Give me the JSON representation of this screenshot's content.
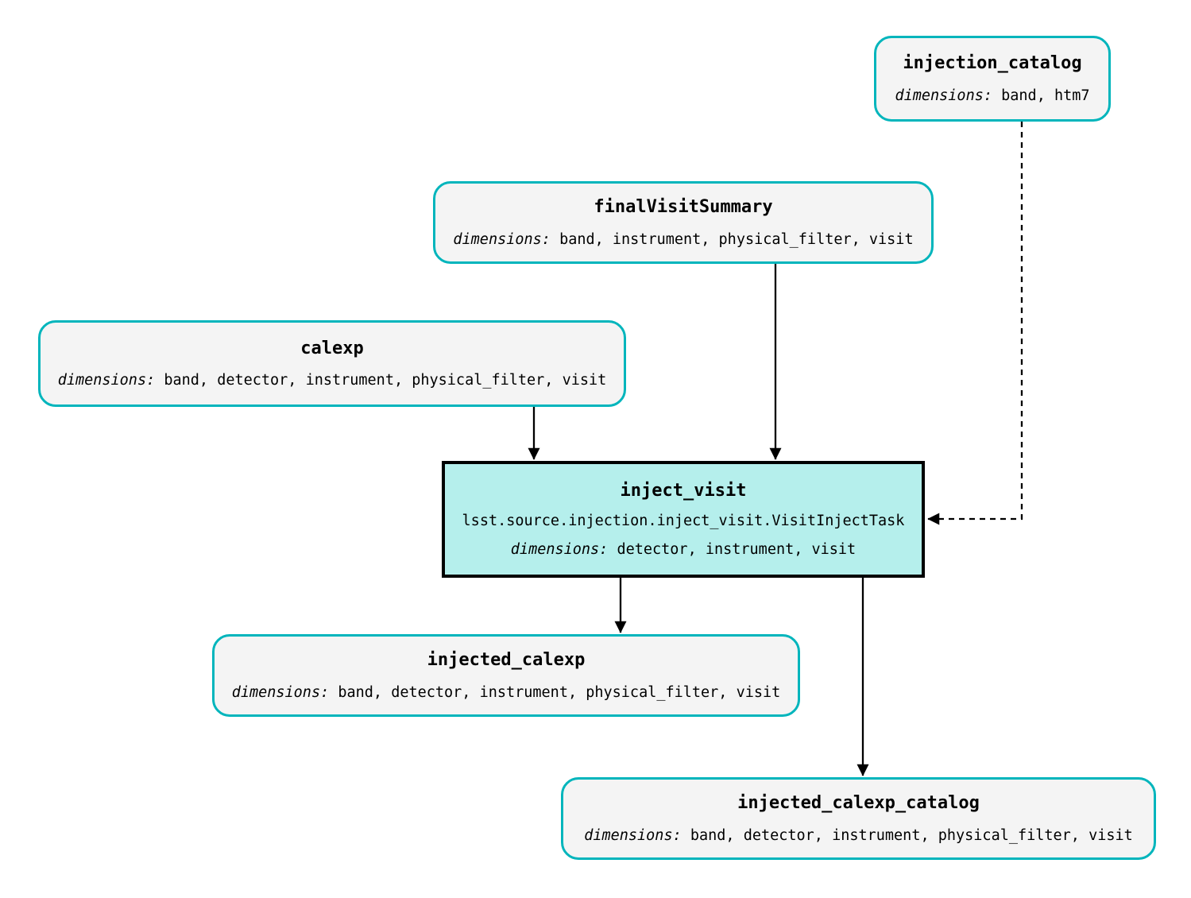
{
  "labels": {
    "dimensions": "dimensions:"
  },
  "diagram": {
    "type": "pipeline-task-graph",
    "colors": {
      "dataset_border": "#00b5bc",
      "dataset_fill": "#f4f4f4",
      "task_fill": "#b5efec",
      "task_border": "#000000",
      "edge": "#000000",
      "background": "#ffffff"
    },
    "nodes": [
      {
        "id": "injection_catalog",
        "kind": "dataset",
        "title": "injection_catalog",
        "dimensions": "band, htm7"
      },
      {
        "id": "finalVisitSummary",
        "kind": "dataset",
        "title": "finalVisitSummary",
        "dimensions": "band, instrument, physical_filter, visit"
      },
      {
        "id": "calexp",
        "kind": "dataset",
        "title": "calexp",
        "dimensions": "band, detector, instrument, physical_filter, visit"
      },
      {
        "id": "inject_visit",
        "kind": "task",
        "title": "inject_visit",
        "task_class": "lsst.source.injection.inject_visit.VisitInjectTask",
        "dimensions": "detector, instrument, visit"
      },
      {
        "id": "injected_calexp",
        "kind": "dataset",
        "title": "injected_calexp",
        "dimensions": "band, detector, instrument, physical_filter, visit"
      },
      {
        "id": "injected_calexp_catalog",
        "kind": "dataset",
        "title": "injected_calexp_catalog",
        "dimensions": "band, detector, instrument, physical_filter, visit"
      }
    ],
    "edges": [
      {
        "from": "calexp",
        "to": "inject_visit",
        "style": "solid"
      },
      {
        "from": "finalVisitSummary",
        "to": "inject_visit",
        "style": "solid"
      },
      {
        "from": "injection_catalog",
        "to": "inject_visit",
        "style": "dashed"
      },
      {
        "from": "inject_visit",
        "to": "injected_calexp",
        "style": "solid"
      },
      {
        "from": "inject_visit",
        "to": "injected_calexp_catalog",
        "style": "solid"
      }
    ]
  }
}
